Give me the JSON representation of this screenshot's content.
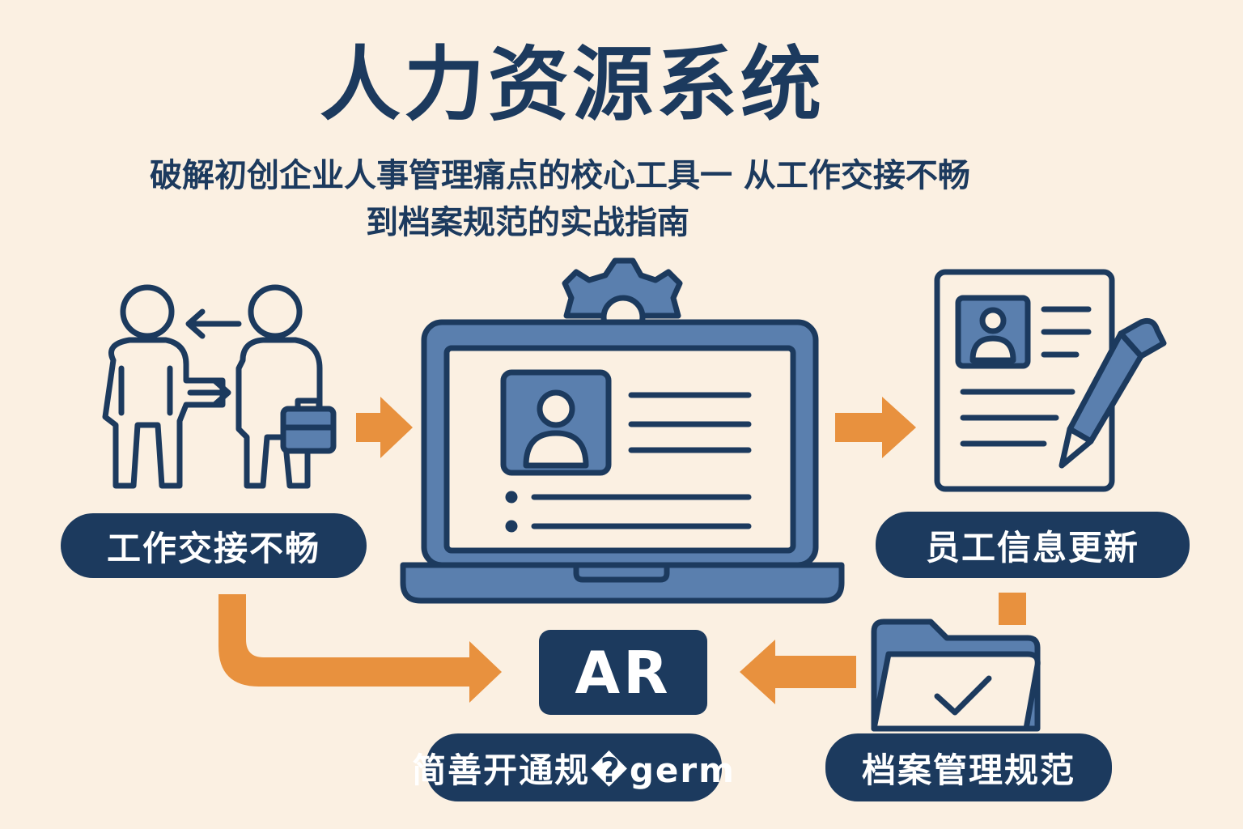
{
  "title": "人力资源系统",
  "subtitle": {
    "line1": "破解初创企业人事管理痛点的校心工具一 从工作交接不畅",
    "line2": "到档案规范的实战指南"
  },
  "nodes": {
    "handover": "工作交接不畅",
    "employee_update": "员工信息更新",
    "center_box": "AR",
    "onboarding": "简善开通规�germ",
    "archive": "档案管理规范"
  },
  "colors": {
    "background": "#fbf0e2",
    "navy": "#1c3a5e",
    "blue": "#5a7fae",
    "light": "#fbf0e2",
    "orange": "#e8913e"
  }
}
